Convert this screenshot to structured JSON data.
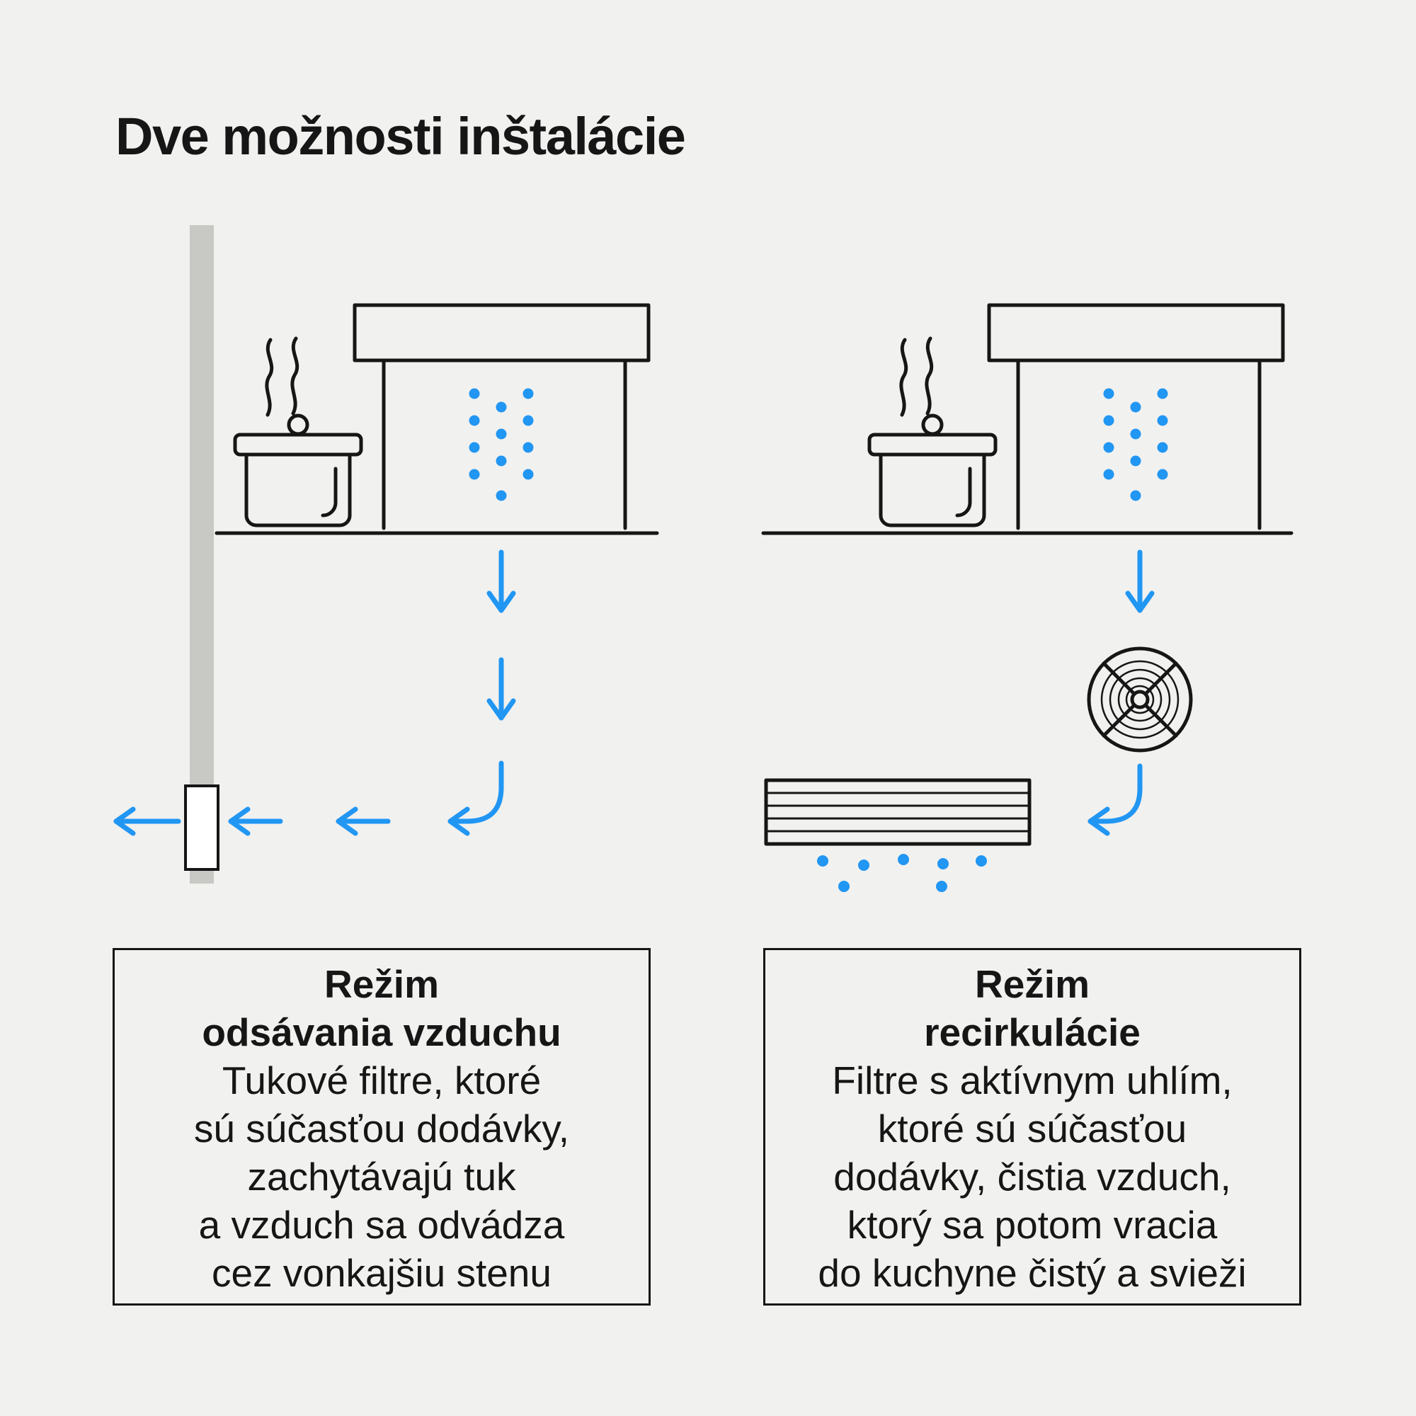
{
  "title": "Dve možnosti inštalácie",
  "colors": {
    "background": "#f1f1ef",
    "line_black": "#161616",
    "accent_blue": "#2196f3",
    "pipe_gray": "#c8c8c5",
    "duct_white": "#ffffff"
  },
  "icons": {
    "pot": "pot-icon",
    "steam": "steam-icon",
    "hood": "hood-icon",
    "fan": "fan-icon",
    "carbon_filter": "carbon-filter-icon",
    "wall_duct": "wall-duct-pipe",
    "airflow_arrow": "arrow-icon",
    "airflow_dots": "airflow-dots"
  },
  "panels": {
    "extraction": {
      "heading": [
        "Režim",
        "odsávania vzduchu"
      ],
      "body": [
        "Tukové filtre, ktoré",
        "sú súčasťou dodávky,",
        "zachytávajú tuk",
        "a vzduch sa odvádza",
        "cez vonkajšiu stenu"
      ]
    },
    "recirculation": {
      "heading": [
        "Režim",
        "recirkulácie"
      ],
      "body": [
        "Filtre s aktívnym uhlím,",
        "ktoré sú súčasťou",
        "dodávky, čistia vzduch,",
        "ktorý sa potom vracia",
        "do kuchyne čistý a svieži"
      ]
    }
  }
}
